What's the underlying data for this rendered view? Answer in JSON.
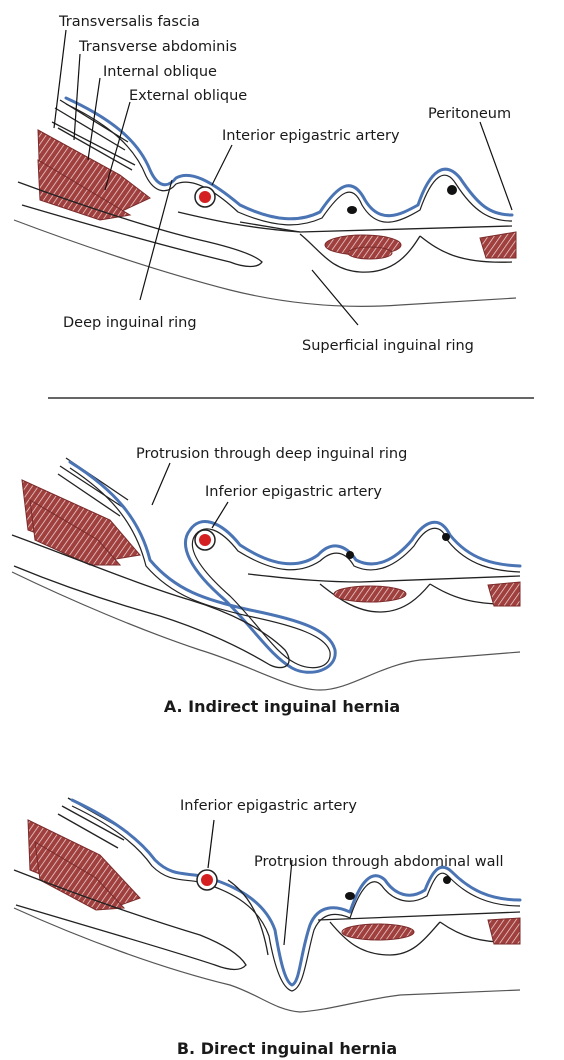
{
  "figure": {
    "panel_top": {
      "labels": {
        "transversalis_fascia": "Transversalis fascia",
        "transverse_abdominis": "Transverse abdominis",
        "internal_oblique": "Internal oblique",
        "external_oblique": "External oblique",
        "epigastric_artery": "Interior epigastric artery",
        "peritoneum": "Peritoneum",
        "deep_ring": "Deep inguinal ring",
        "superficial_ring": "Superficial inguinal ring"
      }
    },
    "panel_a": {
      "protrusion": "Protrusion through deep inguinal ring",
      "epigastric_artery": "Inferior epigastric artery",
      "caption": "A. Indirect inguinal hernia"
    },
    "panel_b": {
      "epigastric_artery": "Inferior epigastric artery",
      "protrusion": "Protrusion through abdominal wall",
      "caption": "B. Direct inguinal hernia"
    },
    "colors": {
      "peritoneum": "#4a74b4",
      "muscle": "#a0403e",
      "artery": "#d42020"
    }
  }
}
